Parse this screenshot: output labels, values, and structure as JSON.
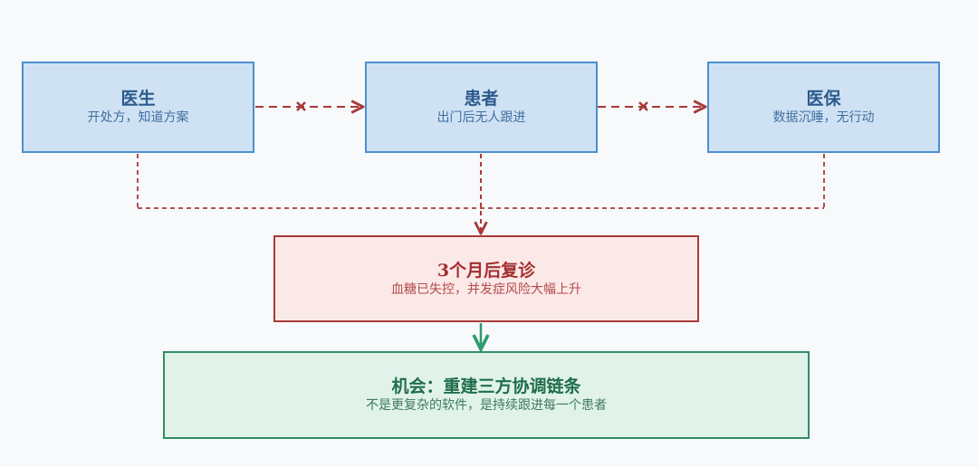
{
  "nodes": {
    "doctor": {
      "title": "医生",
      "subtitle": "开处方，知道方案"
    },
    "patient": {
      "title": "患者",
      "subtitle": "出门后无人跟进"
    },
    "insurance": {
      "title": "医保",
      "subtitle": "数据沉睡，无行动"
    },
    "outcome": {
      "title": "3个月后复诊",
      "subtitle": "血糖已失控，并发症风险大幅上升"
    },
    "opportunity": {
      "title": "机会：重建三方协调链条",
      "subtitle": "不是更复杂的软件，是持续跟进每一个患者"
    }
  },
  "colors": {
    "broken_link": "#a93a3a",
    "actor_border": "#4a90d0",
    "opportunity_arrow": "#2e9a6e"
  }
}
